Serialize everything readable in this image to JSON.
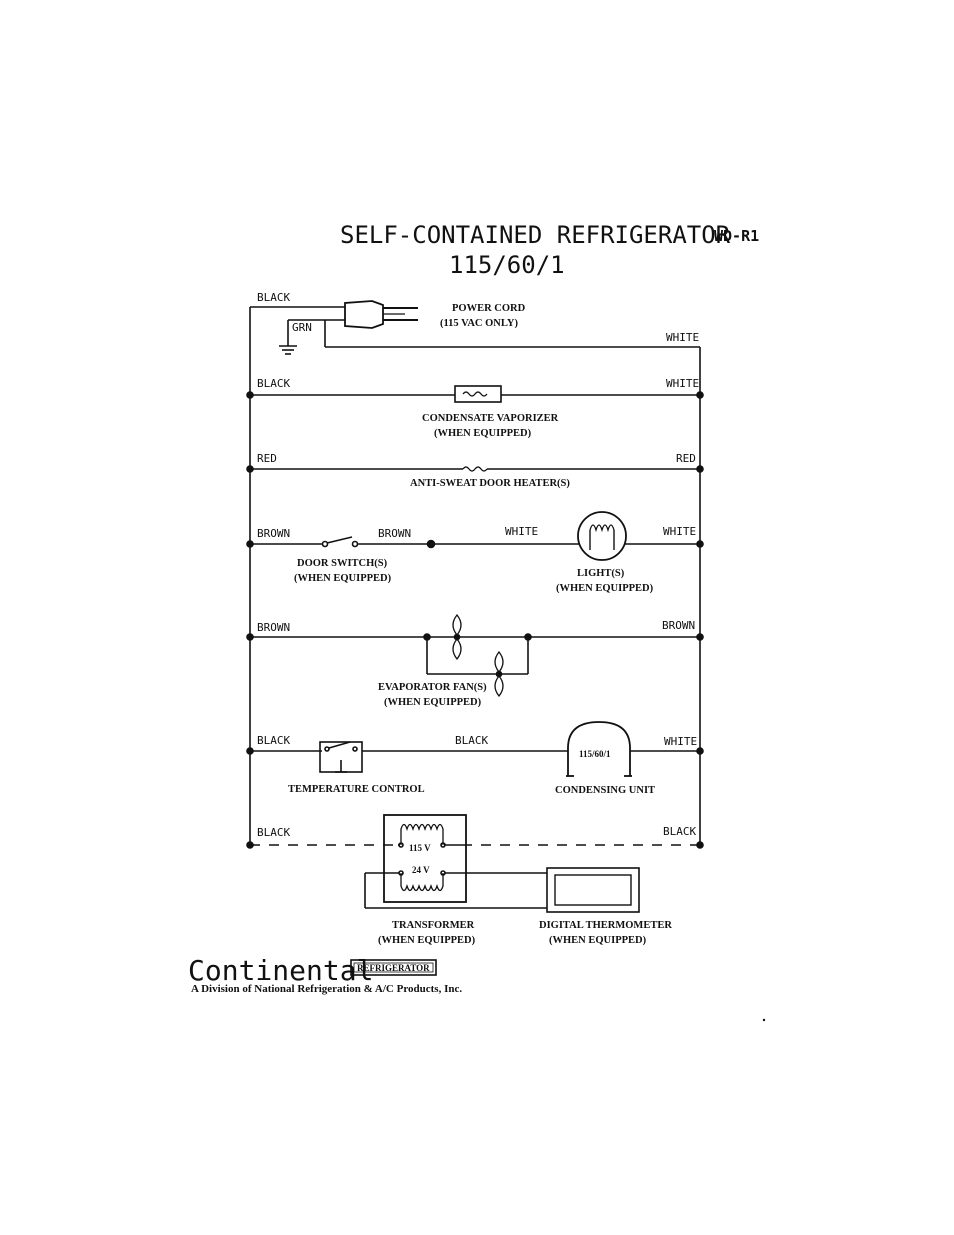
{
  "header": {
    "title": "SELF-CONTAINED REFRIGERATOR",
    "subtitle": "115/60/1",
    "code": "WD-R1"
  },
  "wires": {
    "black": "BLACK",
    "white": "WHITE",
    "grn": "GRN",
    "red": "RED",
    "brown": "BROWN"
  },
  "components": {
    "power_cord": "POWER CORD",
    "power_cord_note": "(115 VAC ONLY)",
    "condensate_vaporizer": "CONDENSATE VAPORIZER",
    "anti_sweat": "ANTI-SWEAT DOOR HEATER(S)",
    "door_switch": "DOOR SWITCH(S)",
    "light": "LIGHT(S)",
    "evaporator_fan": "EVAPORATOR FAN(S)",
    "temperature_control": "TEMPERATURE CONTROL",
    "condensing_unit": "CONDENSING UNIT",
    "condensing_unit_rating": "115/60/1",
    "transformer": "TRANSFORMER",
    "transformer_primary": "115 V",
    "transformer_secondary": "24 V",
    "digital_thermometer": "DIGITAL THERMOMETER",
    "when_equipped": "(WHEN EQUIPPED)"
  },
  "footer": {
    "brand": "Continental",
    "badge": "REFRIGERATOR",
    "division": "A Division of National Refrigeration & A/C Products, Inc."
  }
}
